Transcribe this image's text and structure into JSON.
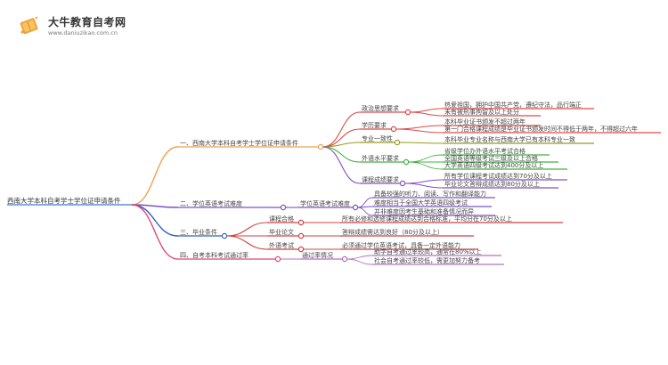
{
  "header": {
    "brand_name": "大牛教育自考网",
    "brand_url": "www.daniuzikao.com.cn",
    "logo_icon": "open-book-logo"
  },
  "mindmap": {
    "root": "西南大学本科自考学士学位证申请条件",
    "branches": [
      {
        "label": "一、西南大学本科自考学士学位证申请条件",
        "color": "#f0a050",
        "children": [
          {
            "label": "政治思想要求",
            "color": "#e04848",
            "leaves": [
              "热爱祖国，拥护中国共产党，遵纪守法，品行端正",
              "未有被刑事拘留及以上处分"
            ]
          },
          {
            "label": "学历要求",
            "color": "#e04848",
            "leaves": [
              "本科毕业证书颁发不超过两年",
              "第一门合格课程成绩是毕业证书颁发时间不得低于两年，不得超过六年"
            ]
          },
          {
            "label": "专业一致性",
            "color": "#9a9a20",
            "leaves": [
              "本科毕业专业名称与西南大学已有本科专业一致"
            ]
          },
          {
            "label": "外语水平要求",
            "color": "#40b040",
            "leaves": [
              "省级学位办外语水平考试合格",
              "全国英语等级考试三级及以上合格",
              "大学英语四级考试达到400分及以上"
            ]
          },
          {
            "label": "课程成绩要求",
            "color": "#8050c0",
            "leaves": [
              "所有学位课程考试成绩达到70分及以上",
              "毕业论文答辩成绩达到80分及以上"
            ]
          }
        ]
      },
      {
        "label": "二、学位英语考试难度",
        "color": "#8050c0",
        "children": [
          {
            "label": "学位英语考试难度",
            "color": "#8050c0",
            "leaves": [
              "具备较强的听力、阅读、写作和翻译能力",
              "难度相当于全国大学英语四级考试",
              "并非难度因考生基础和准备情况而异"
            ]
          }
        ]
      },
      {
        "label": "三、毕业条件",
        "color": "#3060c0",
        "children": [
          {
            "label": "课程合格",
            "color": "#d04040",
            "leaves": [
              "所有必修和选修课程成绩达到合格标准，平均分在70分及以上"
            ]
          },
          {
            "label": "毕业论文",
            "color": "#d04040",
            "leaves": [
              "答辩成绩需达到良好（80分及以上）"
            ]
          },
          {
            "label": "外语考试",
            "color": "#d04040",
            "leaves": [
              "必须通过学位英语考试，具备一定外语能力"
            ]
          }
        ]
      },
      {
        "label": "四、自考本科考试通过率",
        "color": "#e04878",
        "children": [
          {
            "label": "通过率情况",
            "color": "#b070c0",
            "leaves": [
              "助学自考通过率较高，通常在80%以上",
              "社会自考通过率较低，需更加努力备考"
            ]
          }
        ]
      }
    ]
  }
}
